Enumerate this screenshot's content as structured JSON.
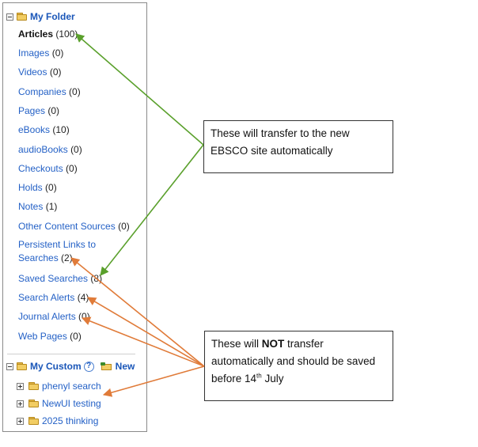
{
  "my_folder": {
    "label": "My Folder",
    "items": [
      {
        "name": "Articles",
        "count": "(100)",
        "active": true
      },
      {
        "name": "Images",
        "count": "(0)"
      },
      {
        "name": "Videos",
        "count": "(0)"
      },
      {
        "name": "Companies",
        "count": "(0)"
      },
      {
        "name": "Pages",
        "count": "(0)"
      },
      {
        "name": "eBooks",
        "count": "(10)"
      },
      {
        "name": "audioBooks",
        "count": "(0)"
      },
      {
        "name": "Checkouts",
        "count": "(0)"
      },
      {
        "name": "Holds",
        "count": "(0)"
      },
      {
        "name": "Notes",
        "count": "(1)"
      },
      {
        "name": "Other Content Sources",
        "count": "(0)"
      },
      {
        "name": "Persistent Links to Searches",
        "count": "(2)"
      },
      {
        "name": "Saved Searches",
        "count": "(8)"
      },
      {
        "name": "Search Alerts",
        "count": "(4)"
      },
      {
        "name": "Journal Alerts",
        "count": "(0)"
      },
      {
        "name": "Web Pages",
        "count": "(0)"
      }
    ]
  },
  "my_custom": {
    "label": "My Custom",
    "help_symbol": "?",
    "new_label": "New",
    "folders": [
      "phenyl search",
      "NewUI testing",
      "2025 thinking"
    ]
  },
  "callouts": {
    "transfer": "These will transfer to the new EBSCO site automatically",
    "not_transfer": {
      "before": "These will ",
      "emphasis": "NOT",
      "after": " transfer automatically and should be saved before 14",
      "ordinal": "th",
      "end": " July"
    }
  },
  "colors": {
    "link": "#2461c6",
    "green_arrow": "#5aa02c",
    "orange_arrow": "#e07b39"
  }
}
